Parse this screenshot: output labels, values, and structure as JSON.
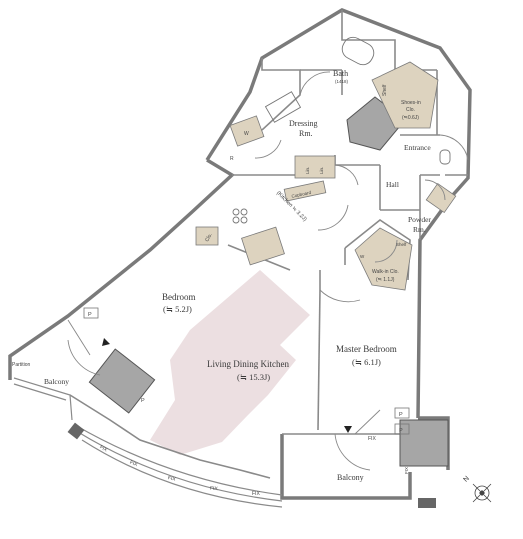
{
  "rooms": {
    "bath": {
      "label": "Bath",
      "size": "(1418)"
    },
    "shoes_in": {
      "label": "Shoes-in",
      "label2": "Clo.",
      "size": "(≒0.6J)"
    },
    "dressing": {
      "label": "Dressing",
      "label2": "Rm."
    },
    "entrance": {
      "label": "Entrance"
    },
    "hall": {
      "label": "Hall"
    },
    "kitchen": {
      "label": "(Kitchen ≒ 3.2J)"
    },
    "powder": {
      "label": "Powder",
      "label2": "Rm."
    },
    "walkin": {
      "label": "Walk-in Clo.",
      "size": "(≒ 1.1J)"
    },
    "bedroom": {
      "label": "Bedroom",
      "size": "(≒ 5.2J)"
    },
    "ldk": {
      "label": "Living Dining Kitchen",
      "size": "(≒ 15.3J)"
    },
    "master": {
      "label": "Master Bedroom",
      "size": "(≒ 6.1J)"
    },
    "balcony_left": {
      "label": "Balcony"
    },
    "balcony_bottom": {
      "label": "Balcony"
    },
    "partition": {
      "label": "Partition"
    }
  },
  "fixtures": {
    "shelf_top": "Shelf",
    "shelf_walkin": "Shelf",
    "cupboard": "Cupboard",
    "linen_a": "Lin.",
    "linen_b": "Lin.",
    "w_dressing": "W",
    "w_walkin": "W",
    "clo": "Clo.",
    "r": "R"
  },
  "marks": {
    "p1": "P",
    "p2": "P",
    "p3": "P",
    "p4": "P",
    "fix1": "FIX",
    "fix2": "FIX",
    "fix3": "FIX",
    "fix4": "FIX",
    "fix5": "FIX",
    "fix6": "FIX",
    "fix7": "FIX",
    "compass": "N"
  },
  "colors": {
    "wall": "#8a8a8a",
    "wall_dark": "#555555",
    "fixture_fill": "#ddd3bf",
    "shaft_fill": "#a6a6a6",
    "ldk_pattern": "#ecdfe1",
    "line": "#6a6a6a"
  }
}
